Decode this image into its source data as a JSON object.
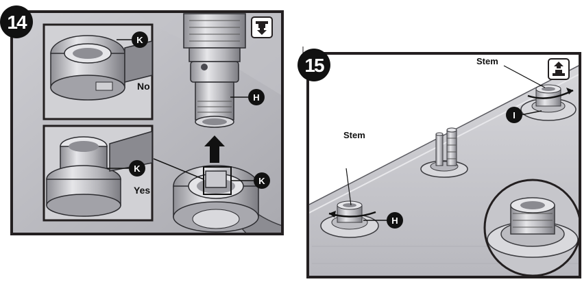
{
  "step14": {
    "number": "14",
    "labels": {
      "no": "No",
      "yes": "Yes"
    },
    "callouts": {
      "k_top": "K",
      "k_bottom": "K",
      "h": "H",
      "k_main": "K"
    },
    "icon": "remove-icon"
  },
  "step15": {
    "number": "15",
    "labels": {
      "stem_top": "Stem",
      "stem_left": "Stem"
    },
    "callouts": {
      "i": "I",
      "h": "H"
    },
    "icon": "install-icon"
  },
  "colors": {
    "frame": "#231f20",
    "metal_light": "#d9d9dc",
    "metal_mid": "#b3b3b8",
    "metal_dark": "#6e6e74",
    "panel_bg": "#c7c7cc"
  }
}
